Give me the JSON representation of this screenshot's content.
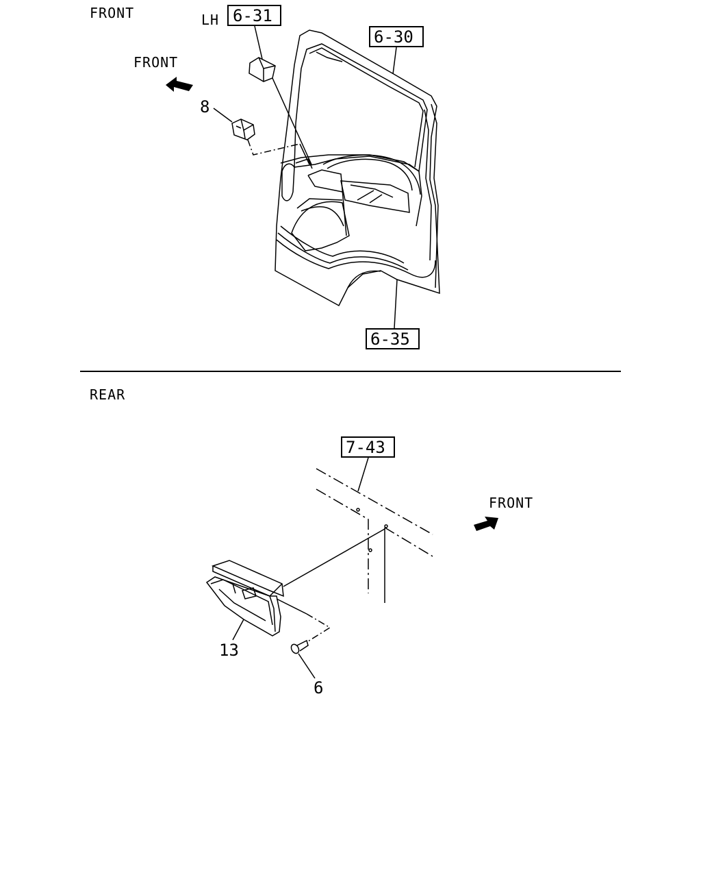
{
  "front_section": {
    "heading": "FRONT",
    "direction_label": "FRONT",
    "side_label": "LH",
    "refs": [
      "6-31",
      "6-30",
      "6-35"
    ],
    "part_number": "8"
  },
  "rear_section": {
    "heading": "REAR",
    "direction_label": "FRONT",
    "ref": "7-43",
    "part_numbers": [
      "13",
      "6"
    ]
  }
}
